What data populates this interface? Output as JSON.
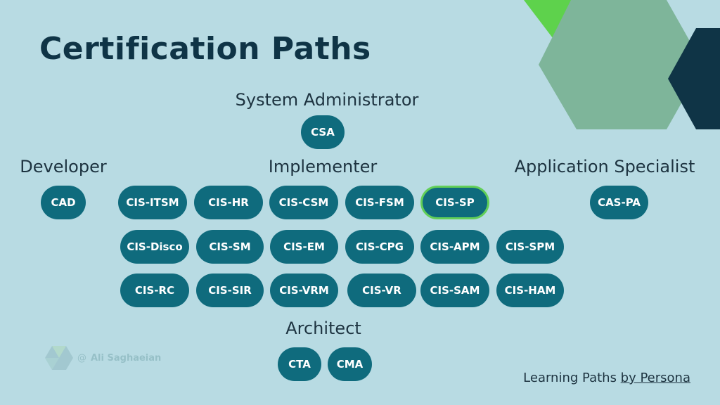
{
  "title": "Certification Paths",
  "colors": {
    "background": "#b8dbe3",
    "pill": "#0f6b7d",
    "pill_text": "#ffffff",
    "highlight_border": "#62cf58",
    "title": "#0f3446",
    "deco_green": "#5ed24c",
    "deco_sage": "#7eb59a",
    "deco_navy": "#0f3446"
  },
  "headings": {
    "system_administrator": "System Administrator",
    "developer": "Developer",
    "implementer": "Implementer",
    "application_specialist": "Application Specialist",
    "architect": "Architect"
  },
  "paths": {
    "system_administrator": [
      "CSA"
    ],
    "developer": [
      "CAD"
    ],
    "implementer": [
      [
        "CIS-ITSM",
        "CIS-HR",
        "CIS-CSM",
        "CIS-FSM",
        "CIS-SP"
      ],
      [
        "CIS-Disco",
        "CIS-SM",
        "CIS-EM",
        "CIS-CPG",
        "CIS-APM",
        "CIS-SPM"
      ],
      [
        "CIS-RC",
        "CIS-SIR",
        "CIS-VRM",
        "CIS-VR",
        "CIS-SAM",
        "CIS-HAM"
      ]
    ],
    "application_specialist": [
      "CAS-PA"
    ],
    "architect": [
      "CTA",
      "CMA"
    ]
  },
  "highlighted": "CIS-SP",
  "footer": {
    "prefix": "Learning Paths ",
    "link": "by Persona"
  },
  "watermark": {
    "symbol": "@",
    "name": "Ali Saghaeian"
  }
}
